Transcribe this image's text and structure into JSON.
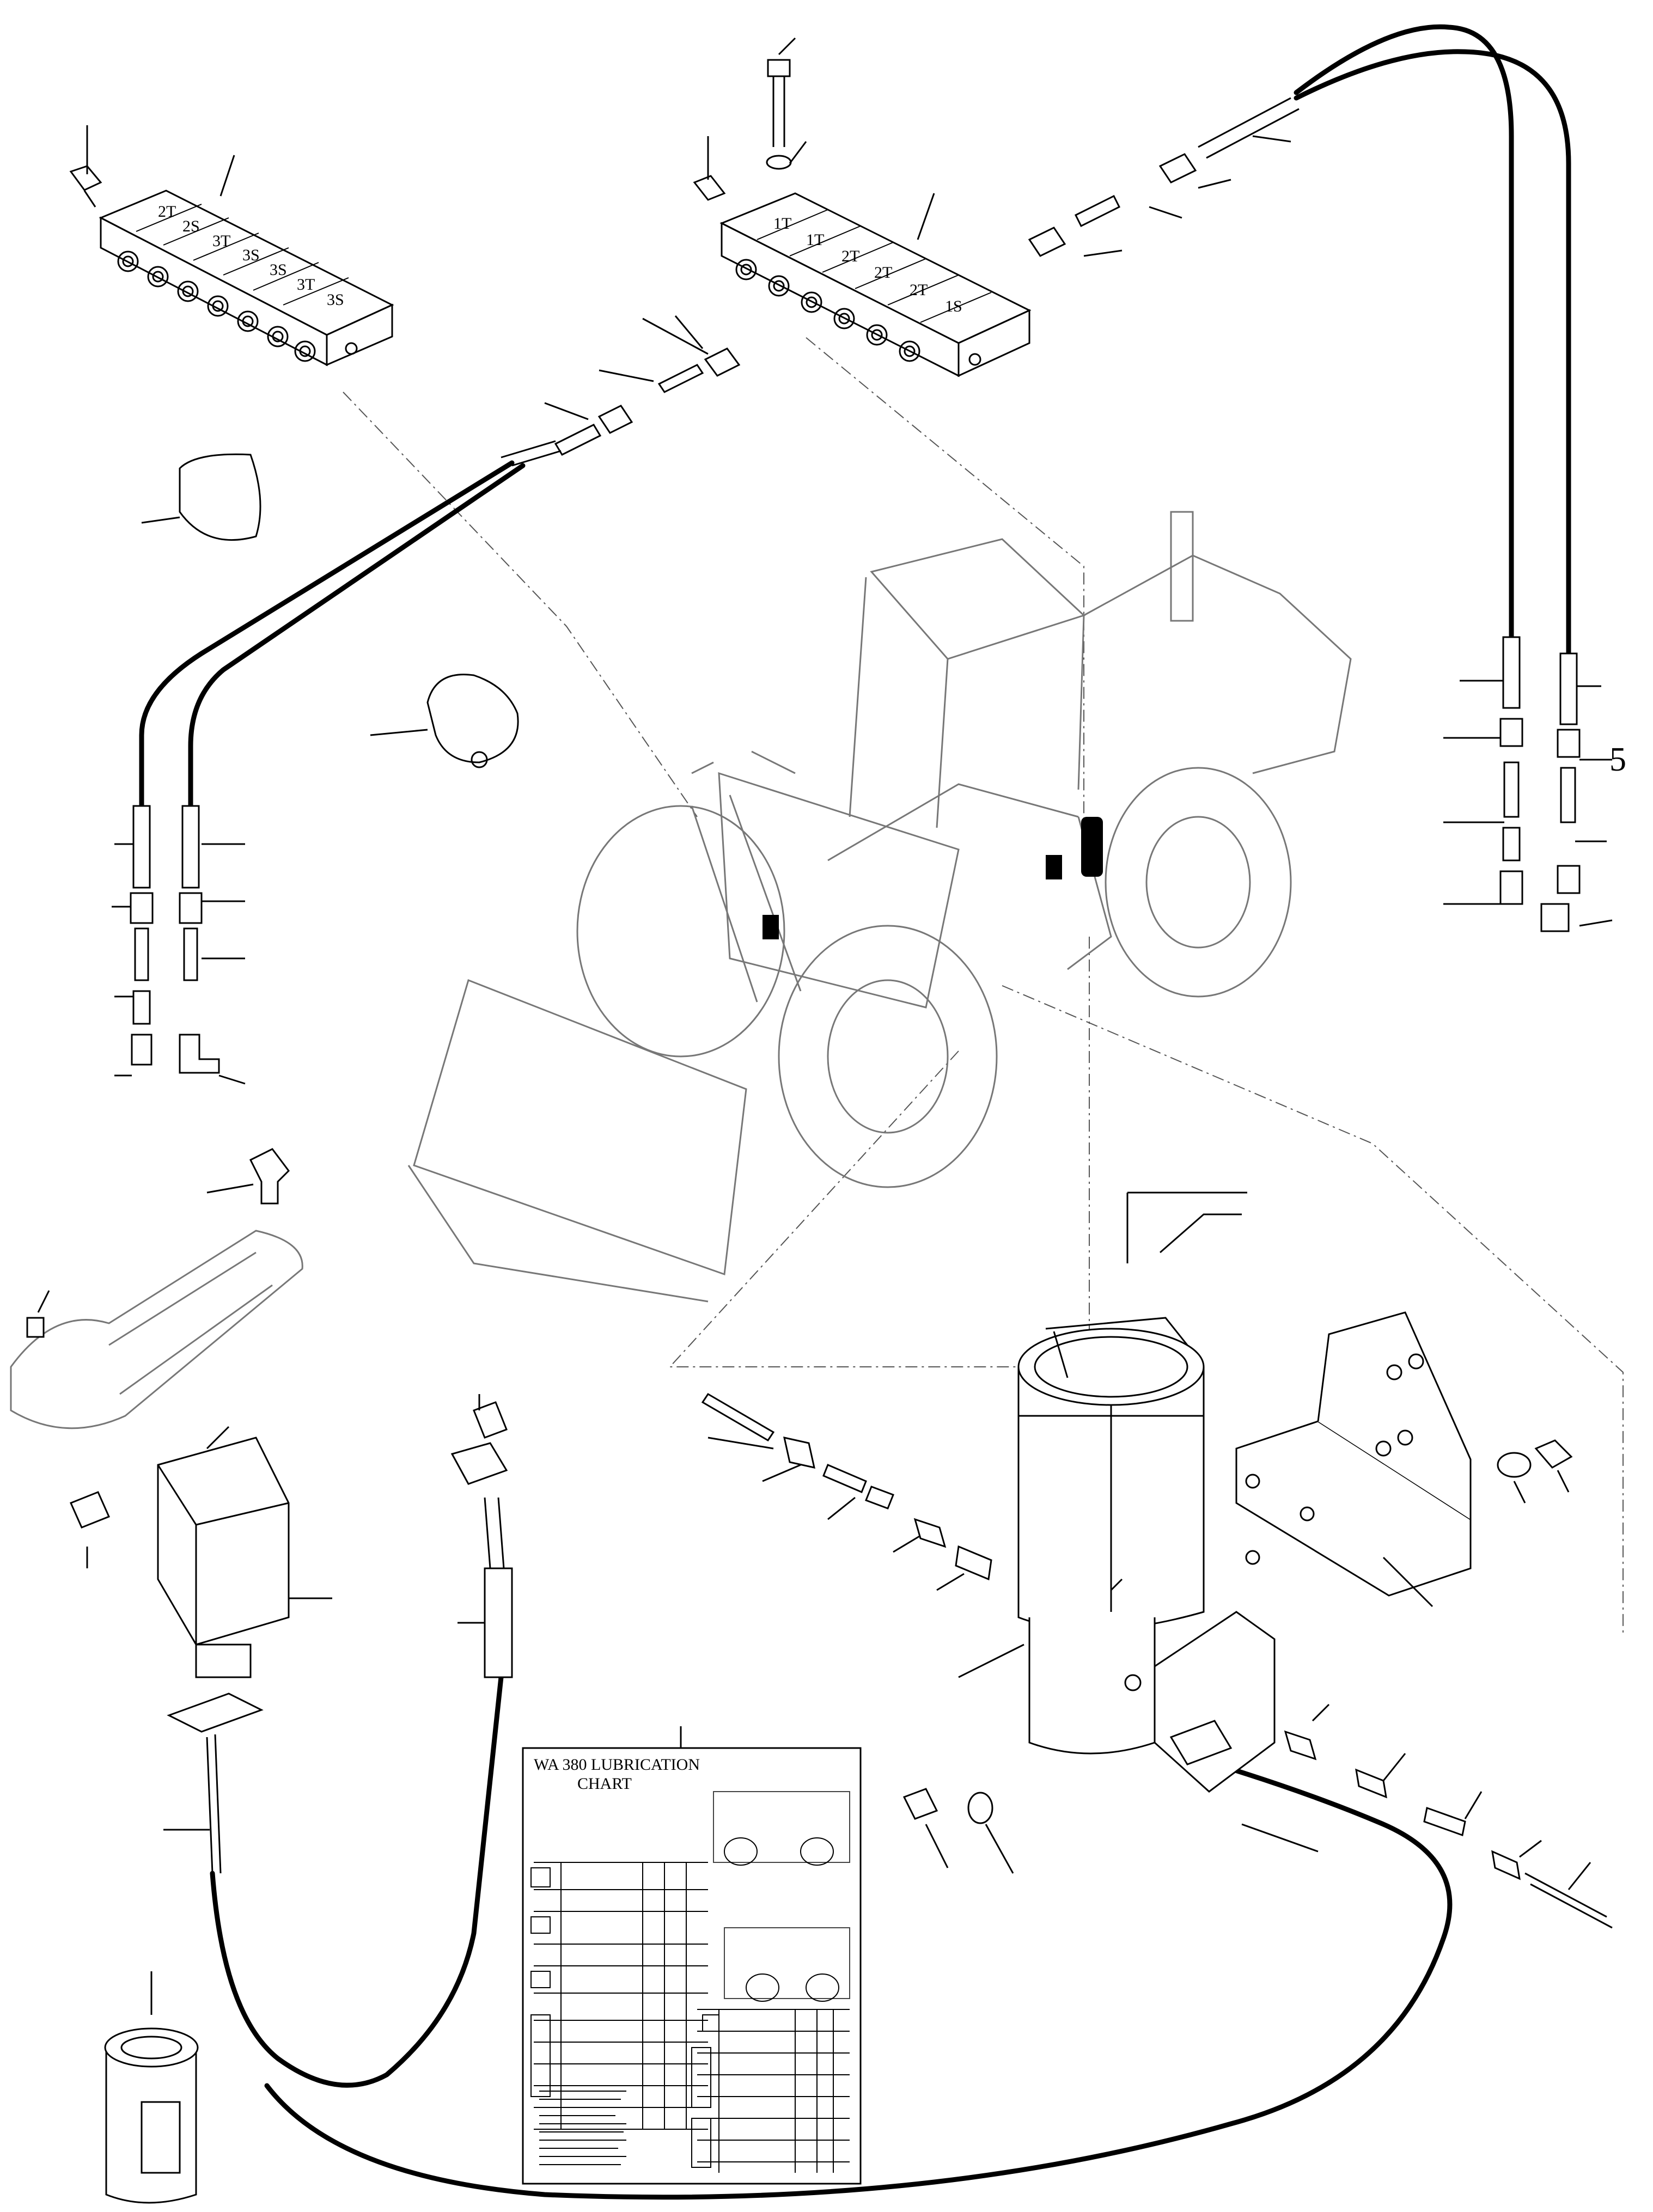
{
  "callout_number": "5",
  "port_labels_left": [
    "2T",
    "2S",
    "3T",
    "3S",
    "3S",
    "3T",
    "3S"
  ],
  "port_labels_right": [
    "1T",
    "1T",
    "2T",
    "2T",
    "2T",
    "1S"
  ],
  "chart": {
    "title_line1": "WA 380 LUBRICATION",
    "title_line2": "CHART"
  }
}
